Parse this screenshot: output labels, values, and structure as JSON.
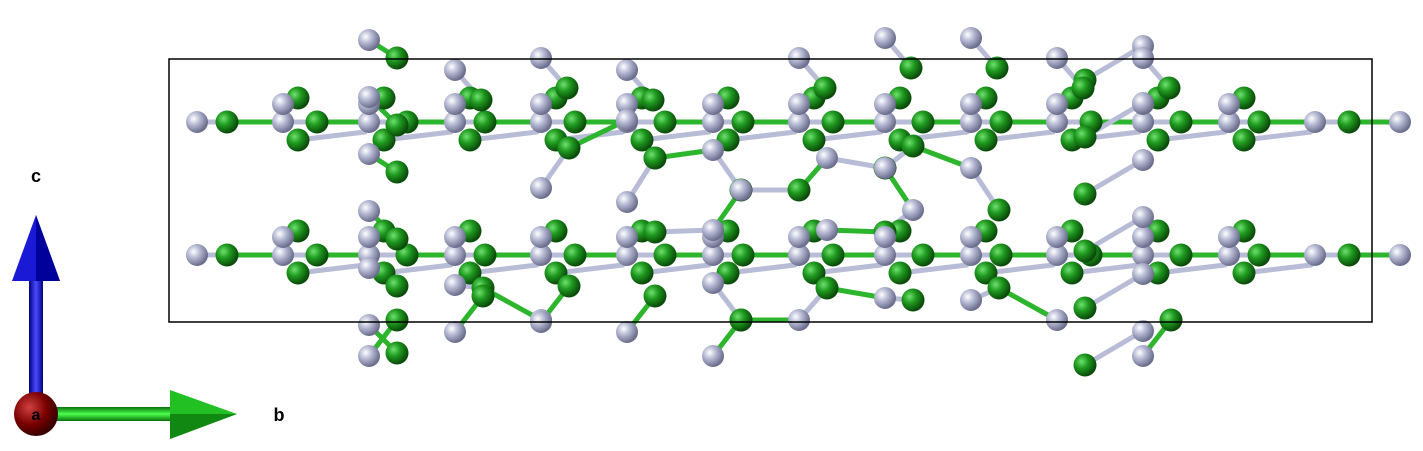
{
  "axes": {
    "c_label": "c",
    "b_label": "b",
    "a_label": "a",
    "c_color": "#1a1ad6",
    "b_color": "#22c022",
    "a_color": "#8b0000"
  },
  "atoms": {
    "green_color": "#1e8c1e",
    "silver_color": "#b0b4cf",
    "bond_green": "#2db52d",
    "bond_silver": "#b8bcd6"
  },
  "cell": {
    "border_color": "#000000"
  }
}
